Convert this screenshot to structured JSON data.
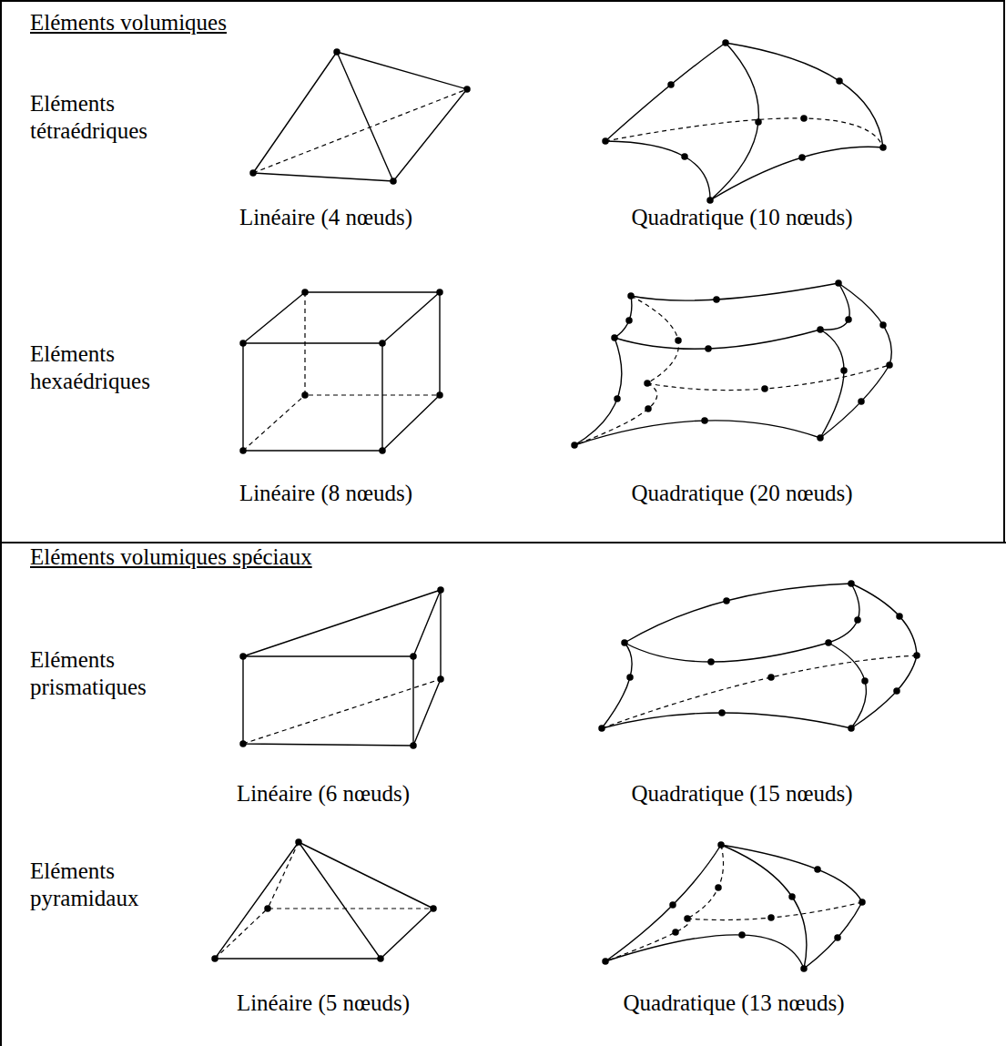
{
  "diagram": {
    "nodes": [
      {
        "text": [
          "Eléments volumiques"
        ]
      },
      {
        "text": [
          "Eléments volumiques spéciaux"
        ]
      }
    ],
    "labels": [
      "Eléments tétraédriques",
      "Linéaire (4 nœuds)",
      "Quadratique (10 nœuds)",
      "Eléments hexaédriques",
      "Linéaire (8 nœuds)",
      "Quadratique (20 nœuds)",
      "Eléments prismatiques",
      "Linéaire (6 nœuds)",
      "Quadratique (15 nœuds)",
      "Eléments pyramidaux",
      "Linéaire (5 nœuds)",
      "Quadratique (13 nœuds)"
    ]
  }
}
